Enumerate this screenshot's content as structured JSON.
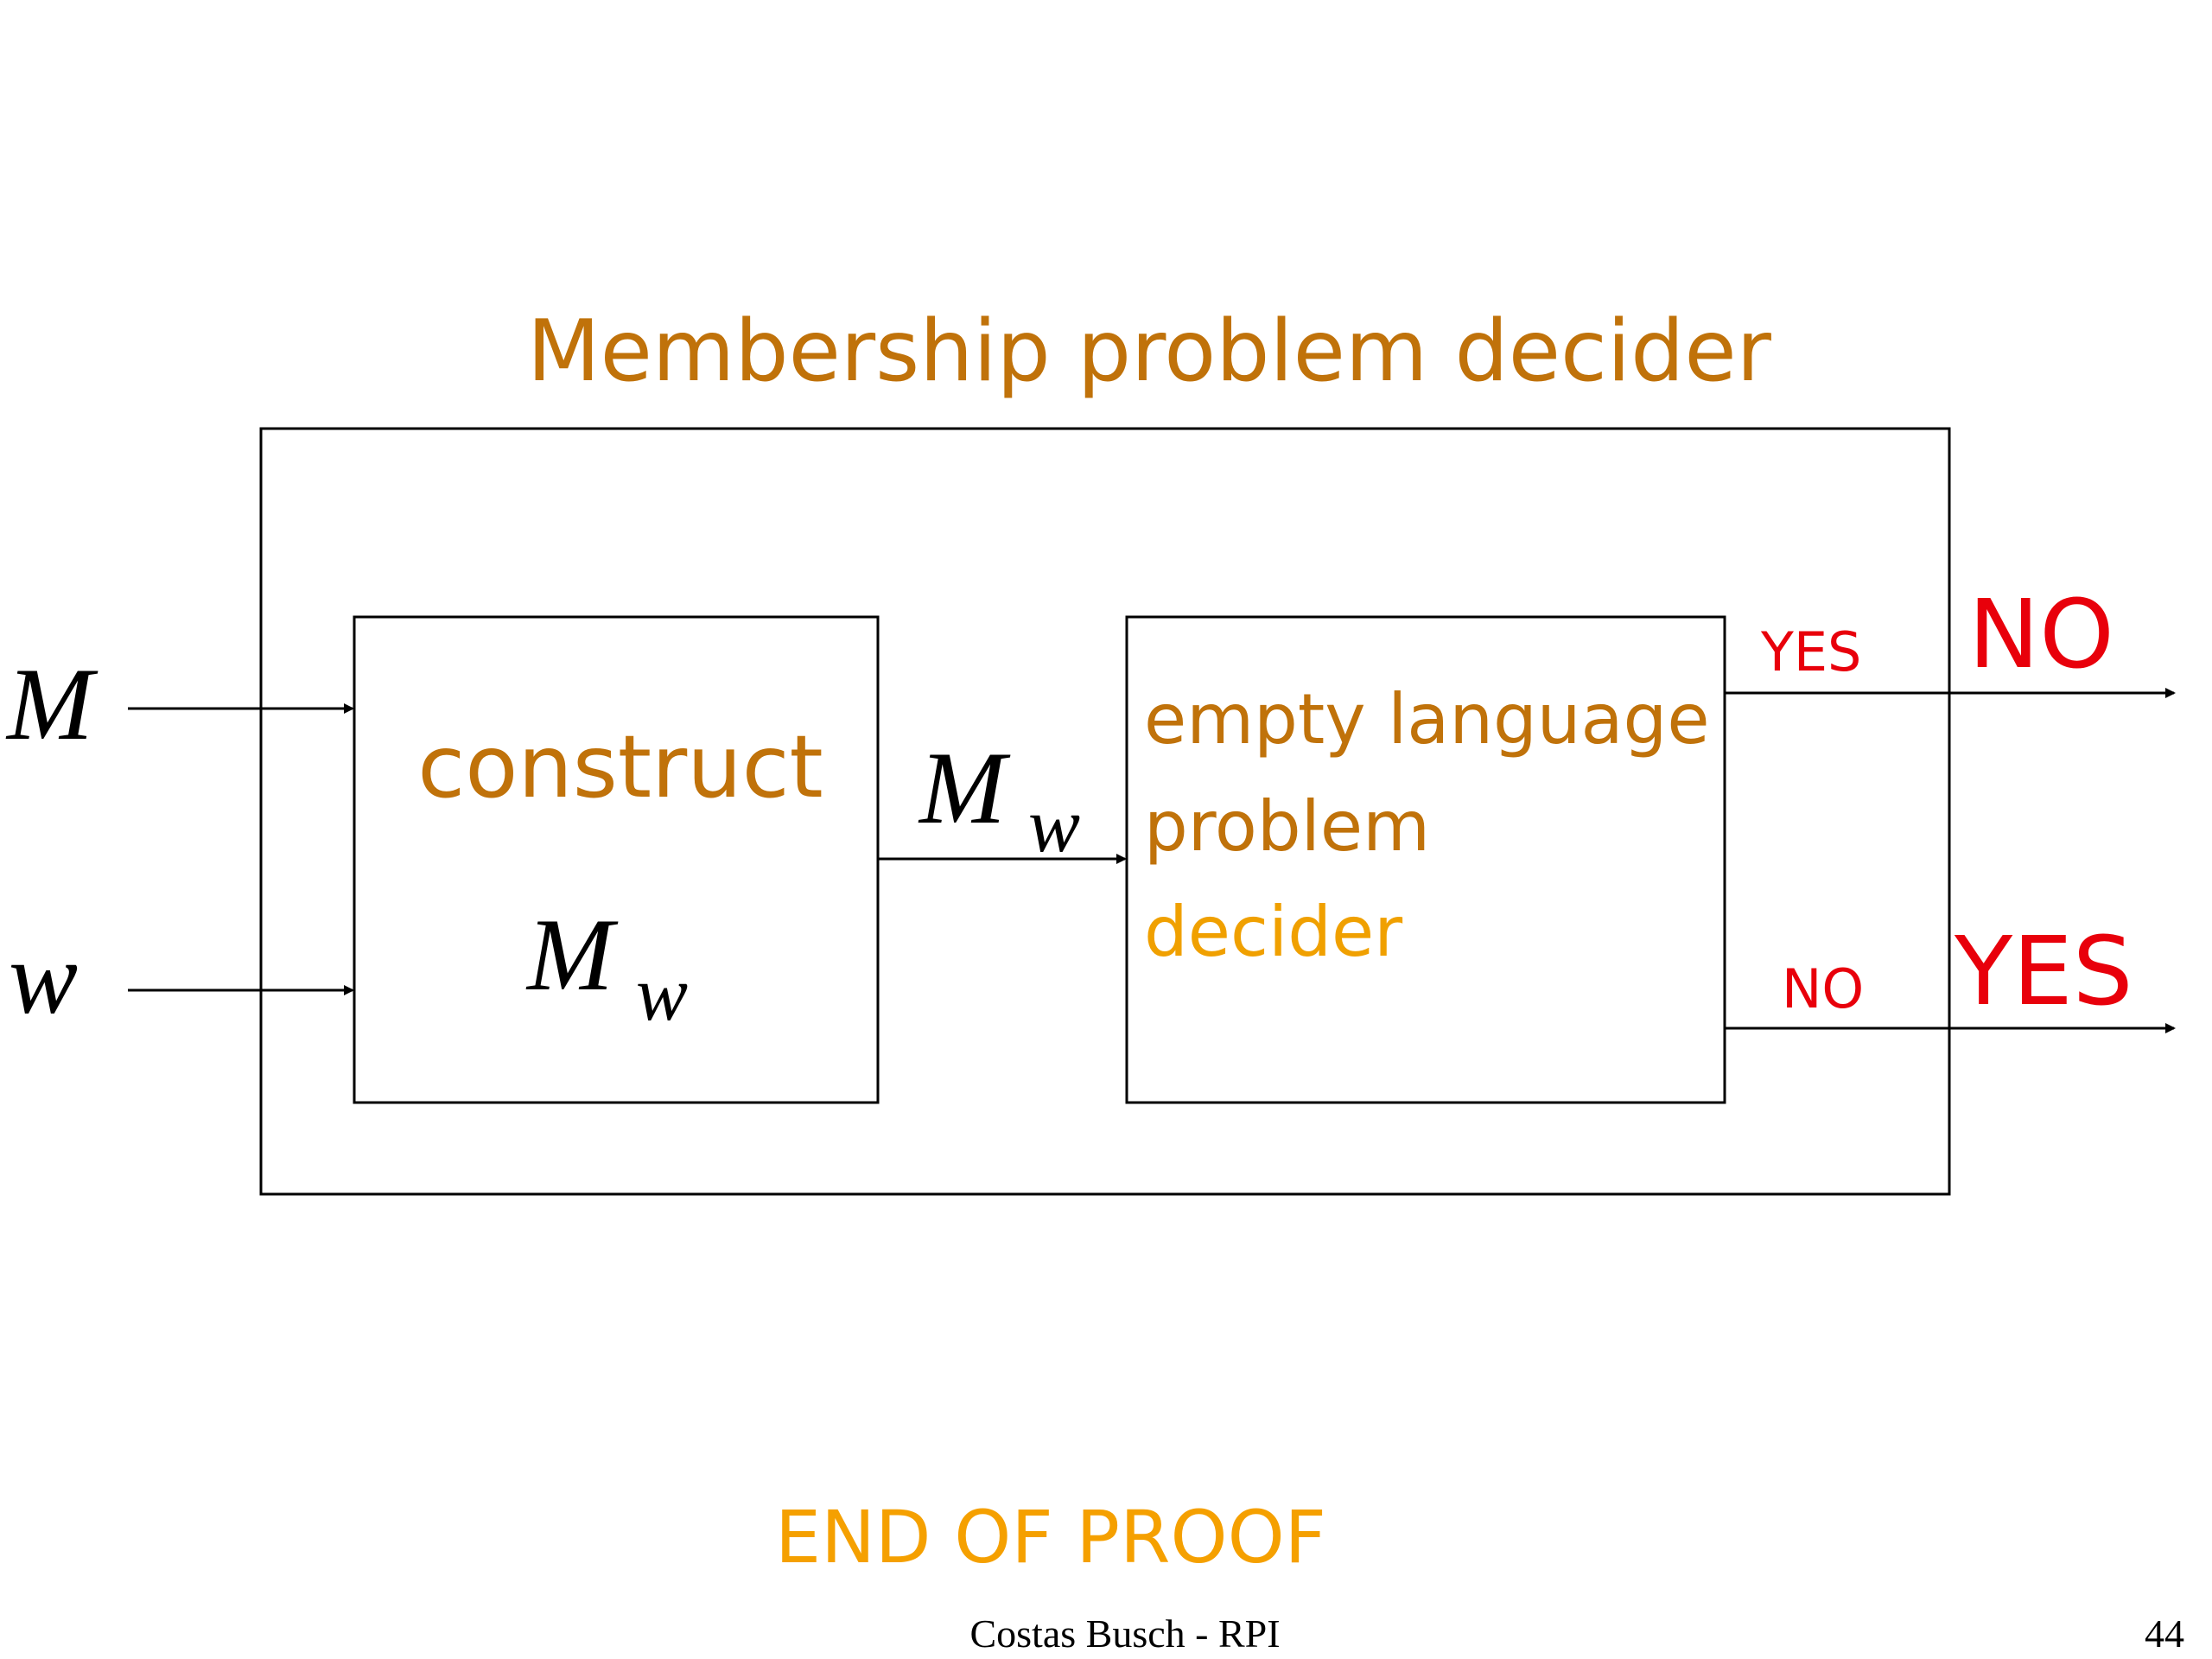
{
  "slide": {
    "title": "Membership problem decider",
    "footer_text": "Costas Busch - RPI",
    "page_number": "44",
    "end_text": "END OF PROOF"
  },
  "inputs": {
    "machine": "M",
    "string": "w"
  },
  "construct_box": {
    "label": "construct",
    "output_main": "M",
    "output_sub": "w"
  },
  "connector": {
    "main": "M",
    "sub": "w"
  },
  "empty_box": {
    "line1": "empty language",
    "line2": "problem",
    "line3": "decider"
  },
  "outputs": {
    "top_inner": "YES",
    "top_outer": "NO",
    "bottom_inner": "NO",
    "bottom_outer": "YES"
  },
  "colors": {
    "title": "#C0720A",
    "decider_light": "#F0A000",
    "answer_red": "#E8000B",
    "end_text": "#F5A000",
    "lines": "#000000"
  }
}
